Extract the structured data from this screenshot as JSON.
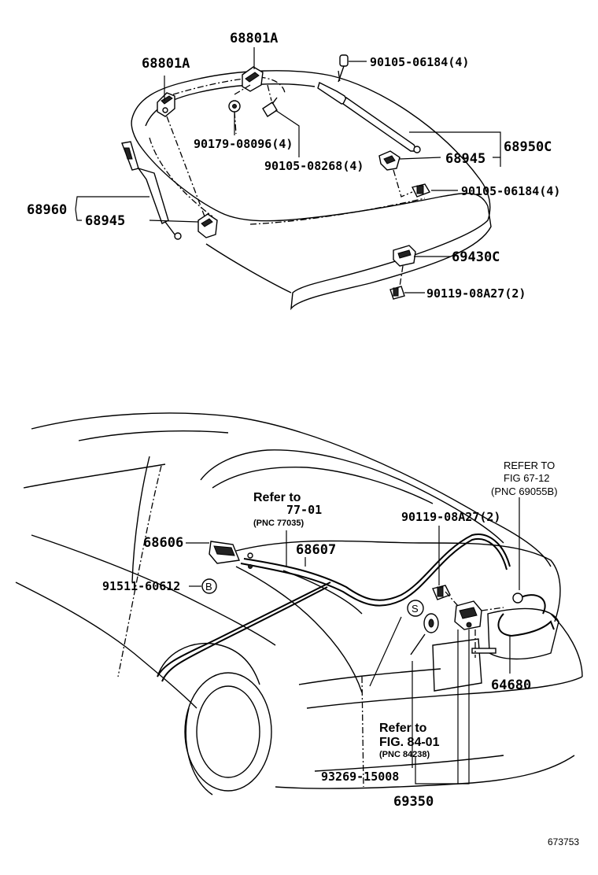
{
  "labels": {
    "hinge_left": "68801A",
    "hinge_center": "68801A",
    "bolt_top_right": "90105-06184(4)",
    "hinge_bolt": "90179-08096(4)",
    "hinge_screw": "90105-08268(4)",
    "stay_right_bracket": "68945",
    "stay_right_assy": "68950C",
    "stay_left_assy": "68960",
    "stay_left_bracket": "68945",
    "bolt_mid_right": "90105-06184(4)",
    "striker": "69430C",
    "striker_bolt": "90119-08A27(2)",
    "refer_fig67_line1": "REFER TO",
    "refer_fig67_line2": "FIG 67-12",
    "refer_fig67_line3": "(PNC 69055B)",
    "refer_77_line1": "Refer to",
    "refer_77_line2": "77-01",
    "refer_77_line3": "(PNC 77035)",
    "lock_bolt": "90119-08A27(2)",
    "opener_lever": "68606",
    "cable": "68607",
    "opener_screw": "91511-60612",
    "marker_b": "B",
    "marker_s": "S",
    "lock_cable": "64680",
    "refer_84_line1": "Refer to",
    "refer_84_line2": "FIG. 84-01",
    "refer_84_line3": "(PNC 84238)",
    "key_cylinder": "93269-15008",
    "lock_assy": "69350"
  },
  "figure_id": "673753"
}
